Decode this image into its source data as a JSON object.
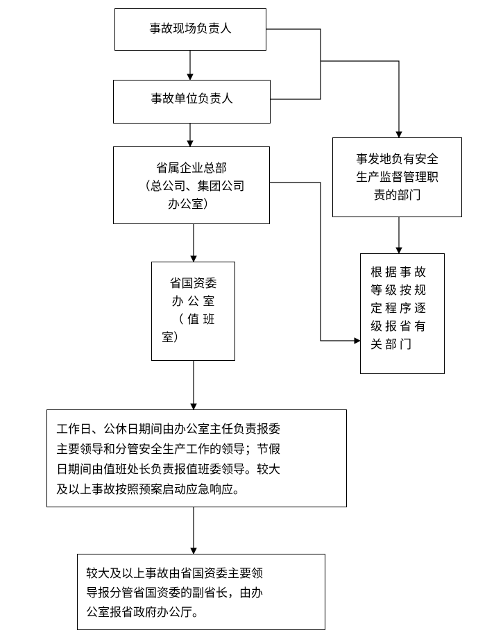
{
  "nodes": {
    "scene_head": {
      "lines": [
        "事故现场负责人"
      ]
    },
    "unit_head": {
      "lines": [
        "事故单位负责人"
      ]
    },
    "hq": {
      "lines": [
        "省属企业总部",
        "（总公司、集团公司",
        "办公室）"
      ]
    },
    "local_dept": {
      "lines": [
        "事发地负有安全",
        "生产监督管理职",
        "责的部门"
      ]
    },
    "sasac": {
      "lines": [
        "省国资委",
        "办 公 室",
        "（ 值 班",
        "室）"
      ]
    },
    "report_up": {
      "lines": [
        "根据事故",
        "等级按规",
        "定程序逐",
        "级报省有",
        "关部门"
      ]
    },
    "duty": {
      "lines": [
        "工作日、公休日期间由办公室主任负责报委",
        "主要领导和分管安全生产工作的领导；节假",
        "日期间由值班处长负责报值班委领导。较大",
        "及以上事故按照预案启动应急响应。"
      ]
    },
    "major": {
      "lines": [
        "较大及以上事故由省国资委主要领",
        "导报分管省国资委的副省长，由办",
        "公室报省政府办公厅。"
      ]
    }
  }
}
